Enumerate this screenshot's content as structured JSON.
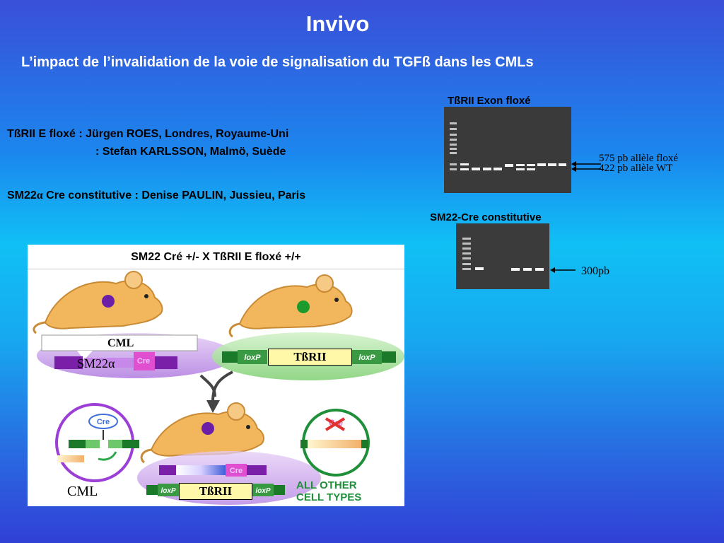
{
  "title": "Invivo",
  "subtitle": "L’impact de l’invalidation de la voie de signalisation du TGFß dans les CMLs",
  "credits": {
    "line1": "TßRII E floxé : Jürgen ROES, Londres, Royaume-Uni",
    "line2": ": Stefan KARLSSON, Malmö, Suède",
    "line3_pre": "SM22",
    "line3_alpha": "α",
    "line3_post": " Cre constitutive : Denise PAULIN, Jussieu, Paris"
  },
  "gel_top": {
    "label": "TßRII Exon  floxé",
    "arrow1": "575 pb allèle floxé",
    "arrow2": "422 pb allèle WT"
  },
  "gel_bottom": {
    "label": "SM22-Cre constitutive",
    "arrow": "300pb"
  },
  "panel": {
    "header": "SM22 Cré +/- X TßRII E floxé +/+",
    "cml_top": "CML",
    "sm22": "SM22",
    "alpha": "α",
    "tbrii_top": "TßRII",
    "tbrii_bottom": "TßRII",
    "cml_bottom": "CML",
    "cre": "Cre",
    "loxp": "loxP",
    "all_other_line1": "ALL OTHER",
    "all_other_line2": "CELL TYPES"
  },
  "colors": {
    "accent_purple": "#9c3fd6",
    "accent_green": "#1f8f3a",
    "mouse": "#f2b75d"
  }
}
